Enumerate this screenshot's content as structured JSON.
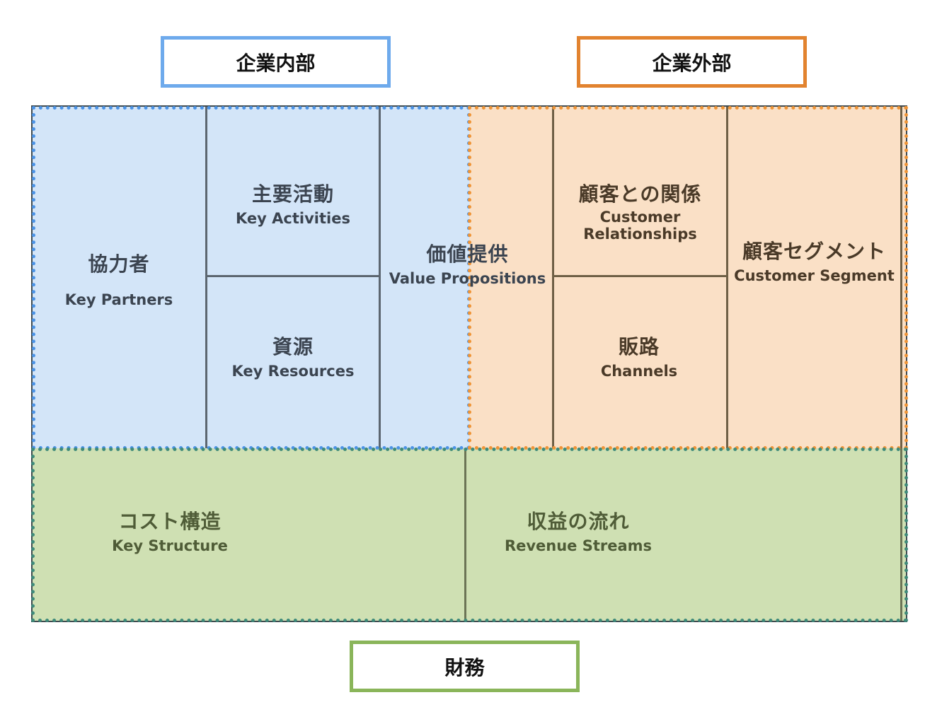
{
  "headers": {
    "internal": "企業内部",
    "external": "企業外部",
    "finance": "財務"
  },
  "cells": {
    "key_partners": {
      "jp": "協力者",
      "en": "Key Partners"
    },
    "key_activities": {
      "jp": "主要活動",
      "en": "Key Activities"
    },
    "key_resources": {
      "jp": "資源",
      "en": "Key Resources"
    },
    "value_propositions": {
      "jp": "価値提供",
      "en": "Value Propositions"
    },
    "customer_relationships": {
      "jp": "顧客との関係",
      "en_line1": "Customer",
      "en_line2": "Relationships"
    },
    "channels": {
      "jp": "販路",
      "en": "Channels"
    },
    "customer_segment": {
      "jp": "顧客セグメント",
      "en": "Customer Segment"
    },
    "cost_structure": {
      "jp": "コスト構造",
      "en": "Key Structure"
    },
    "revenue_streams": {
      "jp": "収益の流れ",
      "en": "Revenue Streams"
    }
  },
  "colors": {
    "internal": "#6eaaec",
    "external": "#e2832f",
    "finance": "#8ab55a",
    "blue_fill": "#d3e5f8",
    "orange_fill": "#fae0c6",
    "green_fill": "#cfe0b3"
  }
}
